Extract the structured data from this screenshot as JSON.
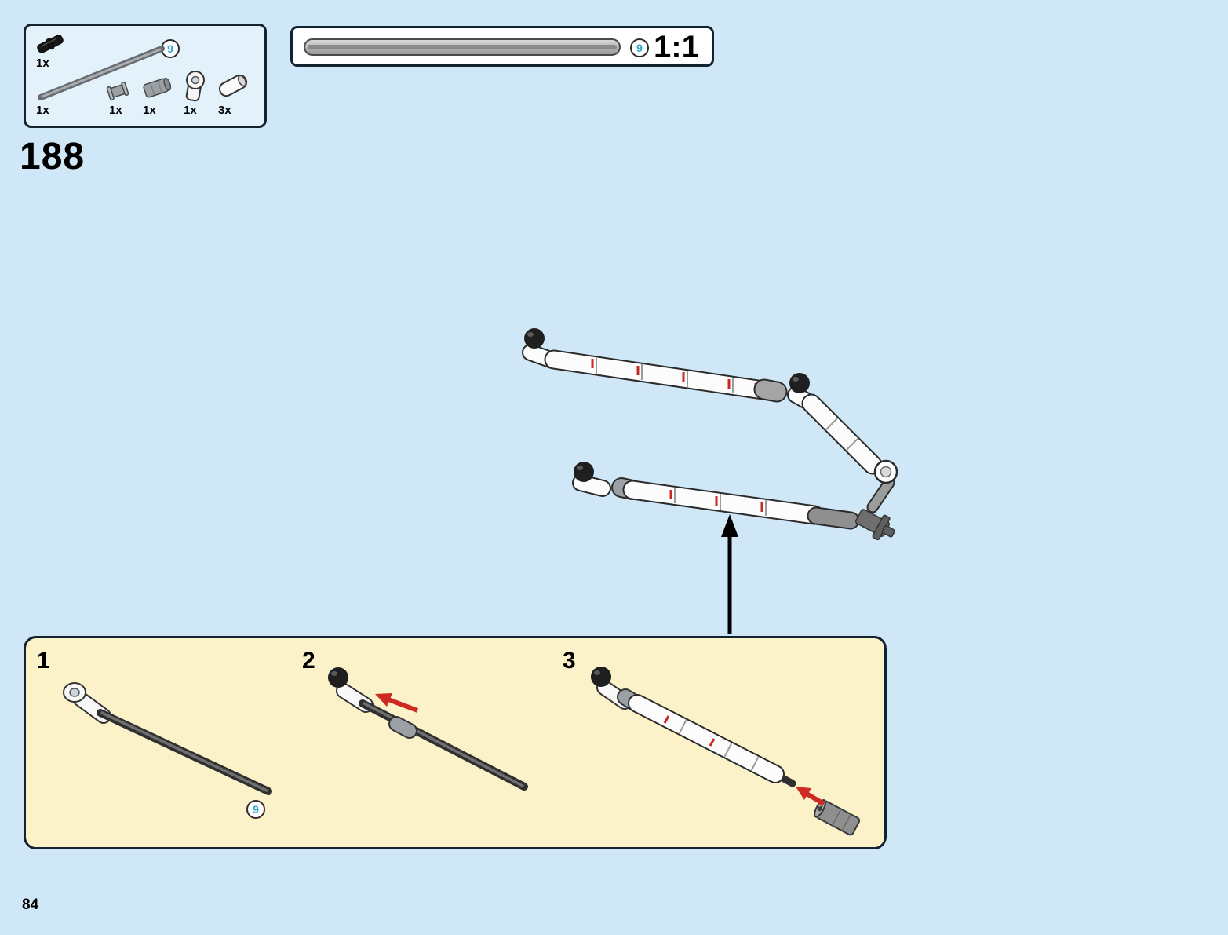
{
  "page": {
    "step_number": "188",
    "page_number": "84"
  },
  "parts_box": {
    "callout": "9",
    "parts": [
      {
        "name": "pin-black",
        "count": "1x"
      },
      {
        "name": "axle-long-gray",
        "count": "1x"
      },
      {
        "name": "bush-gray",
        "count": "1x"
      },
      {
        "name": "axle-connector-gray",
        "count": "1x"
      },
      {
        "name": "socket-connector-white",
        "count": "1x"
      },
      {
        "name": "tube-white",
        "count": "3x"
      }
    ]
  },
  "scale_box": {
    "callout": "9",
    "label": "1:1"
  },
  "substeps": [
    {
      "number": "1",
      "callout": "9"
    },
    {
      "number": "2"
    },
    {
      "number": "3"
    }
  ],
  "colors": {
    "page_background": "#cfe7f7",
    "parts_box_background": "#e3f1fb",
    "scale_box_background": "#ffffff",
    "substeps_background": "#fbf2ca",
    "border": "#14242e",
    "callout_number": "#2ba6c9",
    "arrow_red": "#cf2a22",
    "arrow_black": "#000000"
  }
}
